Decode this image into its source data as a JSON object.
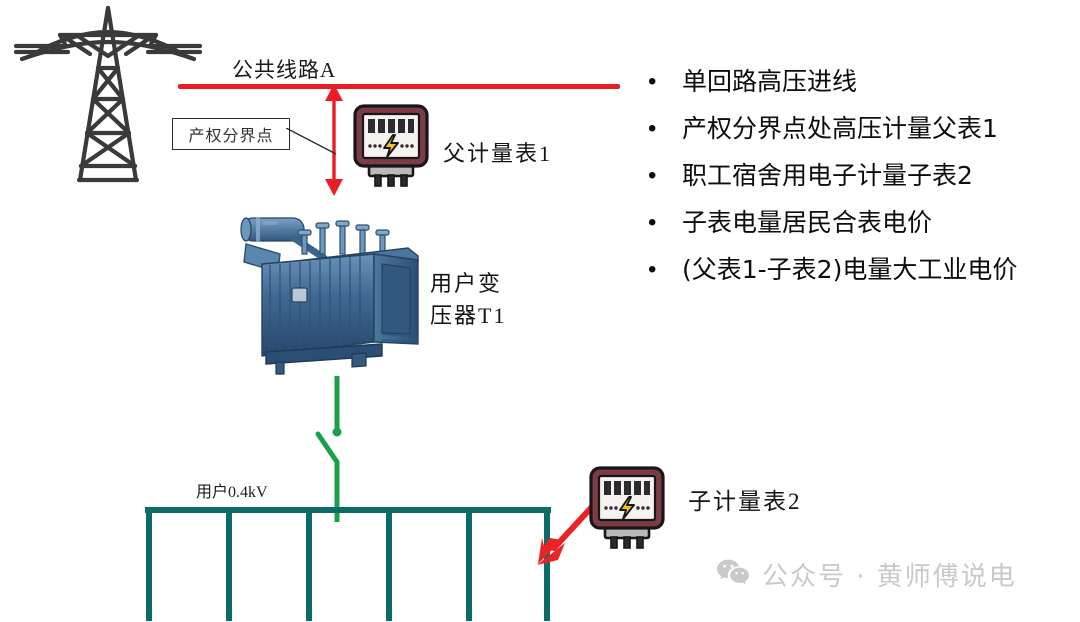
{
  "diagram": {
    "public_line": {
      "label": "公共线路A",
      "color": "#ec1c24"
    },
    "demarcation": {
      "box_label": "产权分界点",
      "arrow_color": "#ec1c24"
    },
    "parent_meter": {
      "label": "父计量表1",
      "icon": "electric-meter-icon",
      "border_color": "#7d3b44",
      "bolt_color": "#f6c024"
    },
    "transformer": {
      "label_line1": "用户变",
      "label_line2": "压器T1",
      "icon": "power-transformer-icon",
      "color": "#3b6186"
    },
    "drop_conductor": {
      "color": "#18a04a",
      "switch": "disconnector-switch-icon"
    },
    "busbar": {
      "label": "用户0.4kV",
      "color": "#0d6b66",
      "feeder_count": 6
    },
    "child_meter": {
      "label": "子计量表2",
      "icon": "electric-meter-icon",
      "border_color": "#7d3b44",
      "bolt_color": "#f6c024",
      "pointer_color": "#ec2227"
    },
    "tower": {
      "icon": "transmission-tower-icon",
      "color": "#3a3a3a"
    }
  },
  "bullets": {
    "marker": "•",
    "items": [
      {
        "text": "单回路高压进线"
      },
      {
        "text": "产权分界点处高压计量父表1"
      },
      {
        "text": "职工宿舍用电子计量子表2"
      },
      {
        "text": "子表电量居民合表电价"
      },
      {
        "text": "(父表1-子表2)电量大工业电价"
      }
    ]
  },
  "watermark": {
    "text": "公众号 · 黄师傅说电",
    "icon": "wechat-icon",
    "color": "#c9c9c9"
  }
}
